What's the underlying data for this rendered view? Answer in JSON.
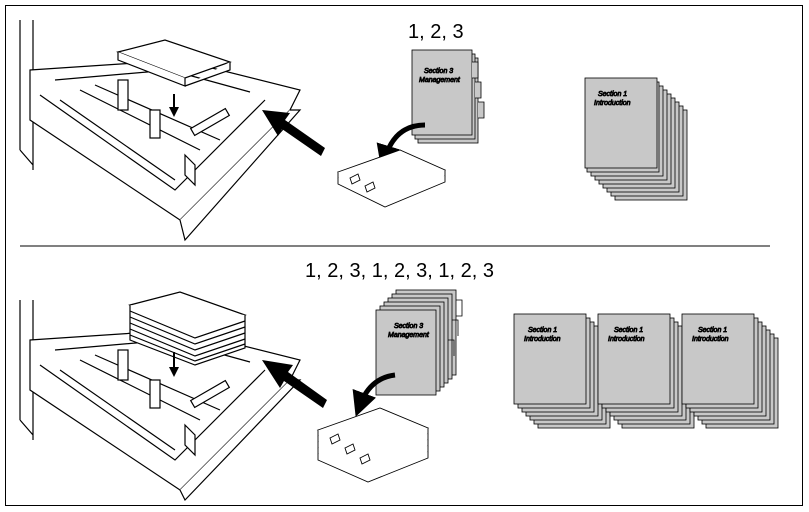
{
  "top_panel": {
    "sequence_label": "1, 2, 3",
    "tab_sheet": {
      "line1": "Section 3",
      "line2": "Management"
    },
    "output_doc": {
      "line1": "Section 1",
      "line2": "Introduction"
    }
  },
  "bottom_panel": {
    "sequence_label": "1, 2, 3, 1, 2, 3, 1, 2, 3",
    "tab_sheet": {
      "line1": "Section 3",
      "line2": "Management"
    },
    "output_docs": [
      {
        "line1": "Section 1",
        "line2": "Introduction"
      },
      {
        "line1": "Section 1",
        "line2": "Introduction"
      },
      {
        "line1": "Section 1",
        "line2": "Introduction"
      }
    ]
  },
  "colors": {
    "stroke": "#000000",
    "sheet_fill": "#c8c8c8",
    "paper_fill": "#ffffff"
  }
}
